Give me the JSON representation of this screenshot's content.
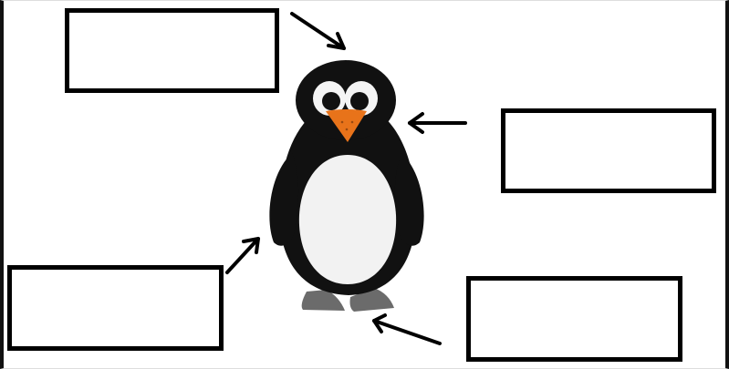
{
  "diagram": {
    "subject": "penguin",
    "labels": [
      {
        "id": "top-left",
        "text": ""
      },
      {
        "id": "right",
        "text": ""
      },
      {
        "id": "bottom-left",
        "text": ""
      },
      {
        "id": "bottom-right",
        "text": ""
      }
    ]
  },
  "colors": {
    "outline": "#000000",
    "penguin_body": "#111111",
    "penguin_belly": "#f2f2f2",
    "beak": "#e8731a",
    "feet": "#6b6b6b"
  }
}
